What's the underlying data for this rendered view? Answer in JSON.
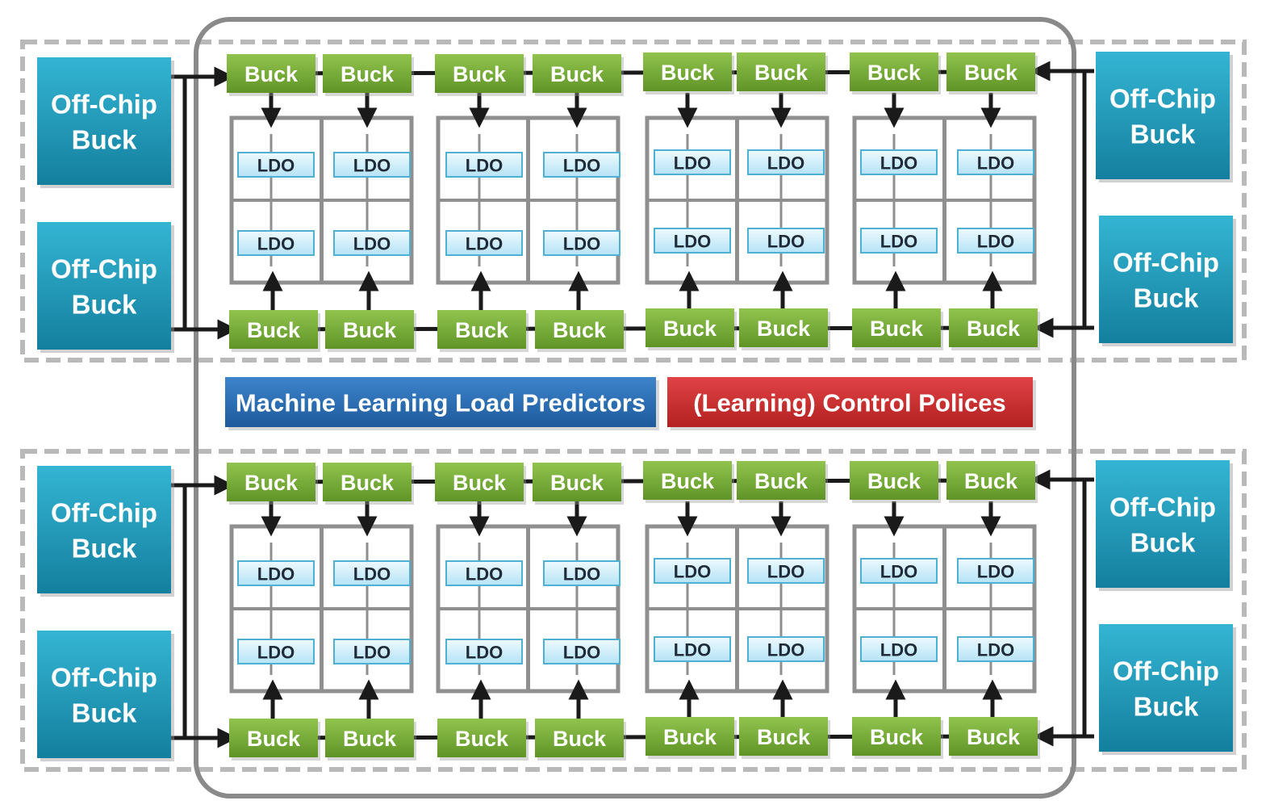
{
  "offchip": {
    "line1": "Off-Chip",
    "line2": "Buck"
  },
  "buck": {
    "label": "Buck"
  },
  "ldo": {
    "label": "LDO"
  },
  "banners": {
    "left": "Machine Learning Load Predictors",
    "right": "(Learning) Control Polices"
  },
  "colors": {
    "offchip_blue": "#1e9ab8",
    "buck_green": "#79ad3a",
    "ldo_fill": "#cfeefb",
    "banner_blue": "#2b6fb5",
    "banner_red": "#cf2e31",
    "frame_gray": "#8a8a8a"
  }
}
